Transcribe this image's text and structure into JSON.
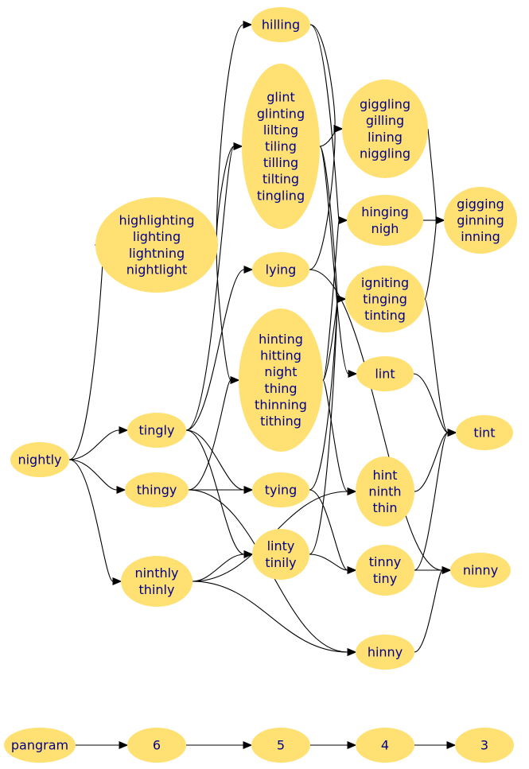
{
  "nodes": [
    {
      "id": "hilling",
      "lines": [
        "hilling"
      ]
    },
    {
      "id": "giggling",
      "lines": [
        "giggling",
        "gilling",
        "lining",
        "niggling"
      ]
    },
    {
      "id": "glint",
      "lines": [
        "glint",
        "glinting",
        "lilting",
        "tiling",
        "tilling",
        "tilting",
        "tingling"
      ]
    },
    {
      "id": "highlighting",
      "lines": [
        "highlighting",
        "lighting",
        "lightning",
        "nightlight"
      ]
    },
    {
      "id": "hinging",
      "lines": [
        "hinging",
        "nigh"
      ]
    },
    {
      "id": "gigging",
      "lines": [
        "gigging",
        "ginning",
        "inning"
      ]
    },
    {
      "id": "lying",
      "lines": [
        "lying"
      ]
    },
    {
      "id": "igniting",
      "lines": [
        "igniting",
        "tinging",
        "tinting"
      ]
    },
    {
      "id": "hinting",
      "lines": [
        "hinting",
        "hitting",
        "night",
        "thing",
        "thinning",
        "tithing"
      ]
    },
    {
      "id": "lint",
      "lines": [
        "lint"
      ]
    },
    {
      "id": "tint",
      "lines": [
        "tint"
      ]
    },
    {
      "id": "tingly",
      "lines": [
        "tingly"
      ]
    },
    {
      "id": "nightly",
      "lines": [
        "nightly"
      ]
    },
    {
      "id": "thingy",
      "lines": [
        "thingy"
      ]
    },
    {
      "id": "tying",
      "lines": [
        "tying"
      ]
    },
    {
      "id": "hint",
      "lines": [
        "hint",
        "ninth",
        "thin"
      ]
    },
    {
      "id": "linty",
      "lines": [
        "linty",
        "tinily"
      ]
    },
    {
      "id": "tinny",
      "lines": [
        "tinny",
        "tiny"
      ]
    },
    {
      "id": "ninny",
      "lines": [
        "ninny"
      ]
    },
    {
      "id": "ninthly",
      "lines": [
        "ninthly",
        "thinly"
      ]
    },
    {
      "id": "hinny",
      "lines": [
        "hinny"
      ]
    },
    {
      "id": "pangram",
      "lines": [
        "pangram"
      ]
    },
    {
      "id": "n6",
      "lines": [
        "6"
      ]
    },
    {
      "id": "n5",
      "lines": [
        "5"
      ]
    },
    {
      "id": "n4",
      "lines": [
        "4"
      ]
    },
    {
      "id": "n3",
      "lines": [
        "3"
      ]
    }
  ],
  "edges": [
    [
      "nightly",
      "highlighting"
    ],
    [
      "nightly",
      "tingly"
    ],
    [
      "nightly",
      "thingy"
    ],
    [
      "nightly",
      "ninthly"
    ],
    [
      "highlighting",
      "hilling"
    ],
    [
      "highlighting",
      "glint"
    ],
    [
      "highlighting",
      "hinting"
    ],
    [
      "hilling",
      "giggling"
    ],
    [
      "hilling",
      "hinging"
    ],
    [
      "glint",
      "giggling"
    ],
    [
      "glint",
      "igniting"
    ],
    [
      "glint",
      "lint"
    ],
    [
      "giggling",
      "gigging"
    ],
    [
      "hinging",
      "gigging"
    ],
    [
      "igniting",
      "gigging"
    ],
    [
      "igniting",
      "tint"
    ],
    [
      "tingly",
      "glint"
    ],
    [
      "tingly",
      "lying"
    ],
    [
      "tingly",
      "tying"
    ],
    [
      "tingly",
      "linty"
    ],
    [
      "thingy",
      "hinting"
    ],
    [
      "thingy",
      "tying"
    ],
    [
      "thingy",
      "hinny"
    ],
    [
      "lying",
      "giggling"
    ],
    [
      "lying",
      "ninny"
    ],
    [
      "hinting",
      "hinging"
    ],
    [
      "hinting",
      "igniting"
    ],
    [
      "hinting",
      "hint"
    ],
    [
      "tying",
      "igniting"
    ],
    [
      "tying",
      "tinny"
    ],
    [
      "linty",
      "igniting"
    ],
    [
      "linty",
      "tinny"
    ],
    [
      "ninthly",
      "linty"
    ],
    [
      "ninthly",
      "hint"
    ],
    [
      "ninthly",
      "hinny"
    ],
    [
      "lint",
      "tint"
    ],
    [
      "hint",
      "tint"
    ],
    [
      "tinny",
      "tint"
    ],
    [
      "tinny",
      "ninny"
    ],
    [
      "hinny",
      "ninny"
    ],
    [
      "pangram",
      "n6"
    ],
    [
      "n6",
      "n5"
    ],
    [
      "n5",
      "n4"
    ],
    [
      "n4",
      "n3"
    ]
  ],
  "colors": {
    "node_fill": "#ffe073",
    "node_text": "#00008b",
    "edge": "#000000",
    "background": "#ffffff"
  }
}
